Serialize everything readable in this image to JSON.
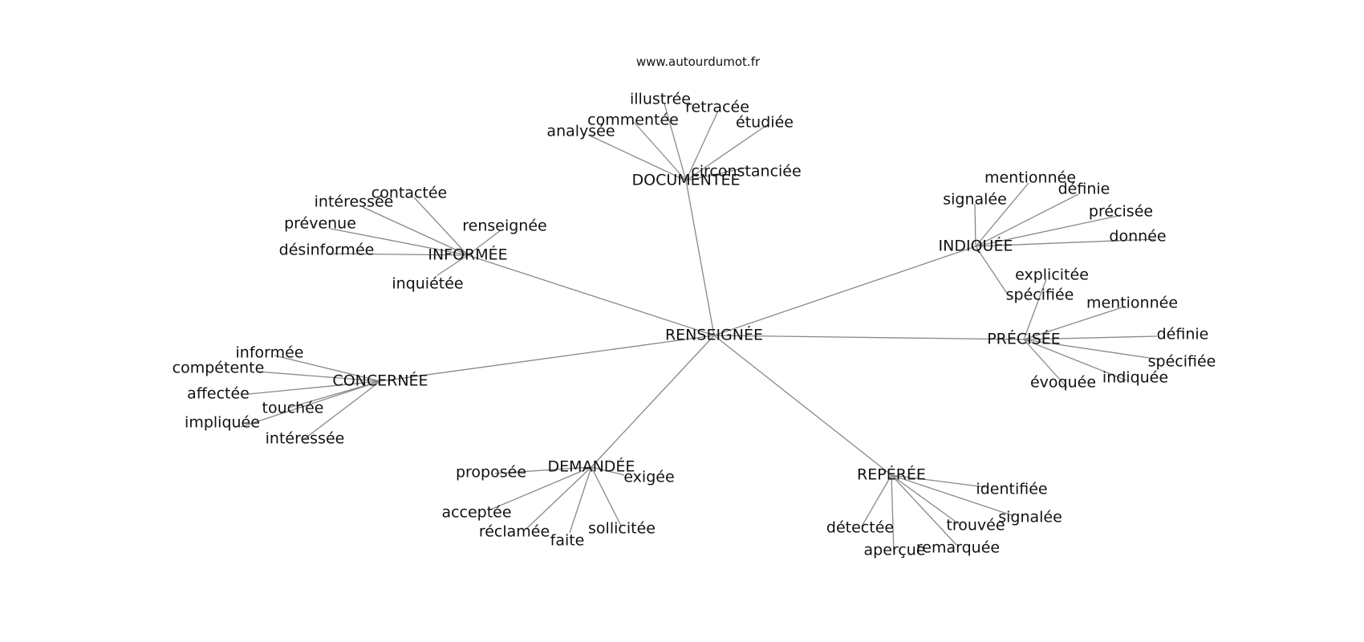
{
  "source_credit": "www.autourdumot.fr",
  "graph": {
    "center": "RENSEIGNÉE",
    "hubs": [
      {
        "label": "DOCUMENTÉE",
        "leaves": [
          "illustrée",
          "retracée",
          "commentée",
          "étudiée",
          "analysée",
          "circonstanciée"
        ]
      },
      {
        "label": "INFORMÉE",
        "leaves": [
          "contactée",
          "intéressée",
          "renseignée",
          "prévenue",
          "désinformée",
          "inquiétée"
        ]
      },
      {
        "label": "INDIQUÉE",
        "leaves": [
          "mentionnée",
          "définie",
          "signalée",
          "précisée",
          "donnée",
          "explicitée"
        ]
      },
      {
        "label": "PRÉCISÉE",
        "leaves": [
          "spécifiée",
          "mentionnée",
          "définie",
          "spécifiée",
          "indiquée",
          "évoquée"
        ]
      },
      {
        "label": "CONCERNÉE",
        "leaves": [
          "informée",
          "compétente",
          "affectée",
          "touchée",
          "impliquée",
          "intéressée"
        ]
      },
      {
        "label": "DEMANDÉE",
        "leaves": [
          "proposée",
          "exigée",
          "acceptée",
          "réclamée",
          "sollicitée",
          "faite"
        ]
      },
      {
        "label": "REPÉRÉE",
        "leaves": [
          "identifiée",
          "signalée",
          "trouvée",
          "détectée",
          "remarquée",
          "aperçue"
        ]
      }
    ]
  }
}
